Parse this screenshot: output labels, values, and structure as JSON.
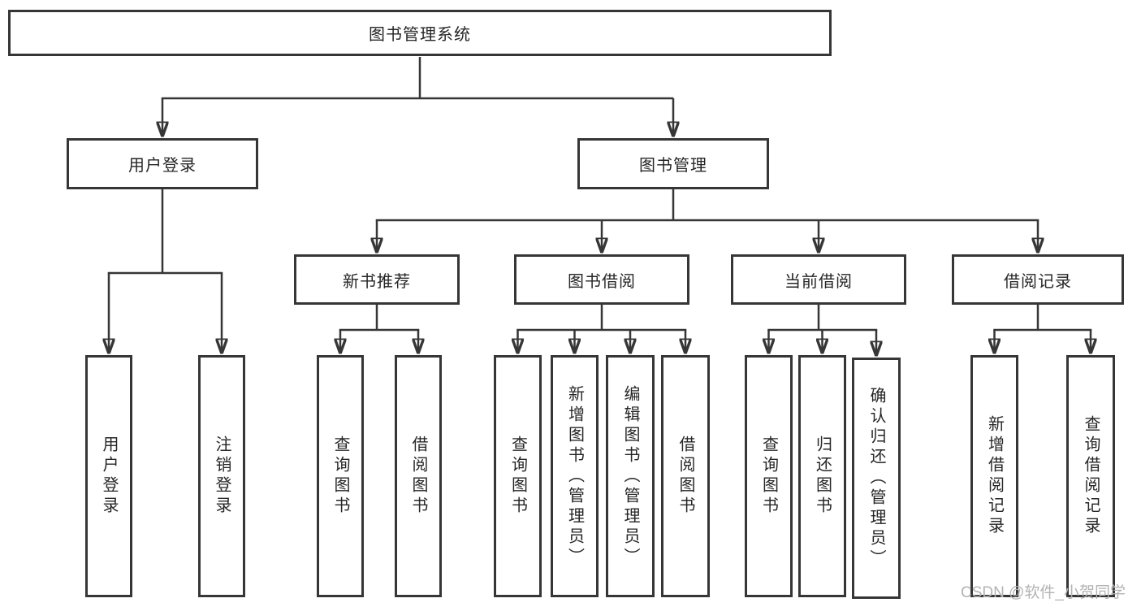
{
  "tree": {
    "root": {
      "label": "图书管理系统"
    },
    "branches": [
      {
        "label": "用户登录",
        "children": [
          {
            "label": "用户登录"
          },
          {
            "label": "注销登录"
          }
        ]
      },
      {
        "label": "图书管理",
        "groups": [
          {
            "label": "新书推荐",
            "children": [
              {
                "label": "查询图书"
              },
              {
                "label": "借阅图书"
              }
            ]
          },
          {
            "label": "图书借阅",
            "children": [
              {
                "label": "查询图书"
              },
              {
                "label": "新增图书（管理员）"
              },
              {
                "label": "编辑图书（管理员）"
              },
              {
                "label": "借阅图书"
              }
            ]
          },
          {
            "label": "当前借阅",
            "children": [
              {
                "label": "查询图书"
              },
              {
                "label": "归还图书"
              },
              {
                "label": "确认归还（管理员）"
              }
            ]
          },
          {
            "label": "借阅记录",
            "children": [
              {
                "label": "新增借阅记录"
              },
              {
                "label": "查询借阅记录"
              }
            ]
          }
        ]
      }
    ]
  },
  "watermark": {
    "text": "CSDN @软件_小贺同学"
  },
  "colors": {
    "line": "#363636",
    "text": "#262626",
    "watermark": "#b3b3b3",
    "background": "#ffffff"
  }
}
